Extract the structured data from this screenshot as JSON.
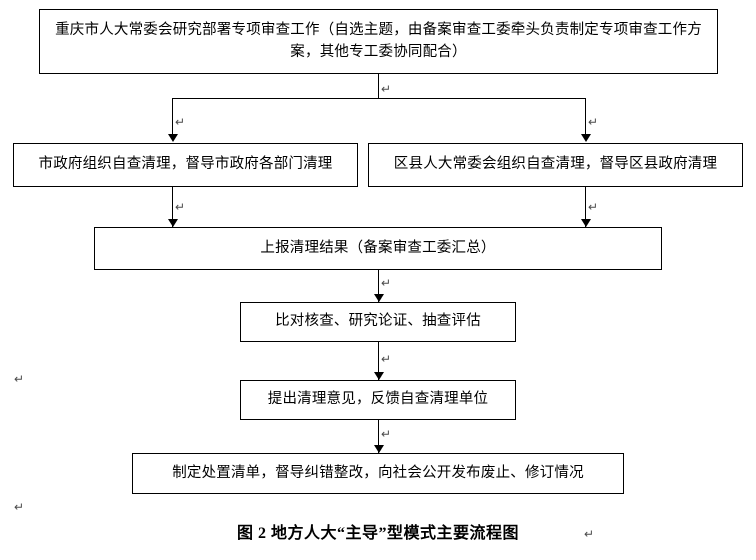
{
  "caption": "图 2 地方人大“主导”型模式主要流程图",
  "nodes": {
    "top": "重庆市人大常委会研究部署专项审查工作（自选主题，由备案审查工委牵头负责制定专项审查工作方案，其他专工委协同配合）",
    "left": "市政府组织自查清理，督导市政府各部门清理",
    "right": "区县人大常委会组织自查清理，督导区县政府清理",
    "report": "上报清理结果（备案审查工委汇总）",
    "verify": "比对核查、研究论证、抽查评估",
    "opinion": "提出清理意见，反馈自查清理单位",
    "final": "制定处置清单，督导纠错整改，向社会公开发布废止、修订情况"
  },
  "marks": {
    "pilcrow": "↵"
  }
}
